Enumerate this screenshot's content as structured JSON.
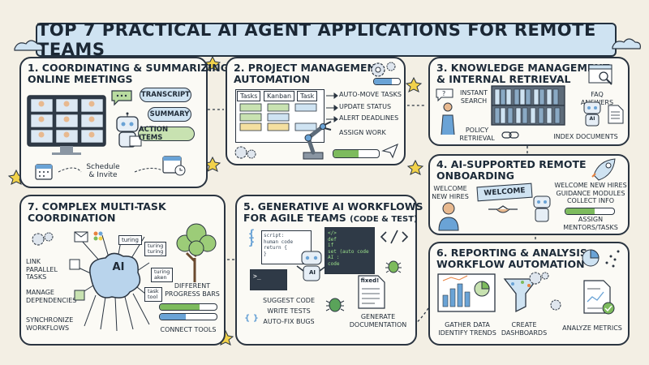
{
  "title": "TOP 7 PRACTICAL AI AGENT APPLICATIONS FOR REMOTE TEAMS",
  "colors": {
    "background": "#f3efe4",
    "title_fill": "#cfe3f2",
    "accent_blue": "#6aa3d6",
    "accent_green": "#7dbb5d",
    "ink": "#2a3440"
  },
  "panels": {
    "p1": {
      "title_line1": "1. COORDINATING & SUMMARIZING",
      "title_line2": "ONLINE MEETINGS",
      "bubbles": [
        "TRANSCRIPT",
        "SUMMARY",
        "ACTION ITEMS"
      ],
      "schedule_line1": "Schedule",
      "schedule_line2": "& Invite"
    },
    "p2": {
      "title_line1": "2. PROJECT MANAGEMENT",
      "title_line2": "AUTOMATION",
      "tabs": [
        "Tasks",
        "Kanban",
        "Task"
      ],
      "actions": [
        "AUTO-MOVE TASKS",
        "UPDATE STATUS",
        "ALERT DEADLINES"
      ],
      "assign": "ASSIGN WORK",
      "progress": 0.55
    },
    "p3": {
      "title_line1": "3. KNOWLEDGE MANAGEMENT",
      "title_line2": "& INTERNAL RETRIEVAL",
      "instant_line1": "INSTANT",
      "instant_line2": "SEARCH",
      "faq": "FAQ ANSWERS",
      "policy_line1": "POLICY",
      "policy_line2": "RETRIEVAL",
      "index": "INDEX DOCUMENTS",
      "robot_tag": "AI"
    },
    "p4": {
      "title_line1": "4. AI-SUPPORTED REMOTE",
      "title_line2": "ONBOARDING",
      "welcome_line1": "WELCOME",
      "welcome_line2": "NEW HIRES",
      "banner": "WELCOME",
      "guidance_line1": "WELCOME NEW HIRES",
      "guidance_line2": "GUIDANCE MODULES",
      "guidance_line3": "COLLECT INFO",
      "assign_line1": "ASSIGN",
      "assign_line2": "MENTORS/TASKS",
      "progress": 0.6
    },
    "p5": {
      "title_line1": "5. GENERATIVE AI WORKFLOWS",
      "title_line2": "FOR AGILE TEAMS",
      "title_suffix": "(CODE & TEST)",
      "code_left": [
        "script:",
        "human code",
        "return {",
        "}"
      ],
      "code_right": [
        "</> ",
        "",
        "def ",
        "if ",
        "set (auto code",
        "AI : ",
        "code"
      ],
      "robot_tag": "AI",
      "suggest": "SUGGEST CODE",
      "write": "WRITE TESTS",
      "fix": "AUTO-FIX BUGS",
      "doc_tag": "fixed!",
      "doc_line1": "GENERATE",
      "doc_line2": "DOCUMENTATION"
    },
    "p6": {
      "title_line1": "6. REPORTING & ANALYSIS",
      "title_line2": "WORKFLOW AUTOMATION",
      "gather_line1": "GATHER DATA",
      "gather_line2": "IDENTIFY TRENDS",
      "create_line1": "CREATE",
      "create_line2": "DASHBOARDS",
      "analyze": "ANALYZE METRICS"
    },
    "p7": {
      "title_line1": "7. COMPLEX MULTI-TASK",
      "title_line2": "COORDINATION",
      "link_line1": "LINK",
      "link_line2": "PARALLEL",
      "link_line3": "TASKS",
      "manage_line1": "MANAGE",
      "manage_line2": "DEPENDENCIES",
      "sync_line1": "SYNCHRONIZE",
      "sync_line2": "WORKFLOWS",
      "brain": "AI",
      "tag_turing": "turing",
      "tag_turing2_line1": "turing",
      "tag_turing2_line2": "turing",
      "tag_turing3_line1": "turing",
      "tag_turing3_line2": "aken",
      "tag_task_line1": "task",
      "tag_task_line2": "tool",
      "different_line1": "DIFFERENT",
      "different_line2": "PROGRESS BARS",
      "connect": "CONNECT TOOLS",
      "progress_a": 0.7,
      "progress_b": 0.45
    }
  }
}
